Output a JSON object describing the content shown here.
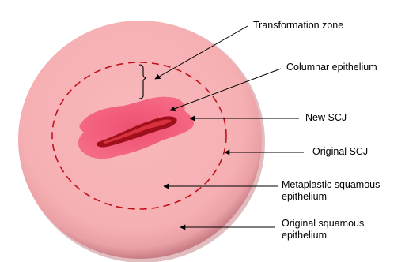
{
  "labels": {
    "transformation_zone": "Transformation zone",
    "columnar_epithelium": "Columnar epithelium",
    "new_scj": "New SCJ",
    "original_scj": "Original SCJ",
    "metaplastic_squamous_epithelium": "Metaplastic squamous epithelium",
    "original_squamous_epithelium": "Original squamous epithelium"
  },
  "colors": {
    "cervix_fill": "#f7b1b5",
    "cervix_shadow": "#d9898f",
    "columnar_fill": "#f25a78",
    "os_outer": "#a0101c",
    "os_inner": "#d8323f",
    "original_scj_line": "#c0141c",
    "pointer": "#000000"
  }
}
